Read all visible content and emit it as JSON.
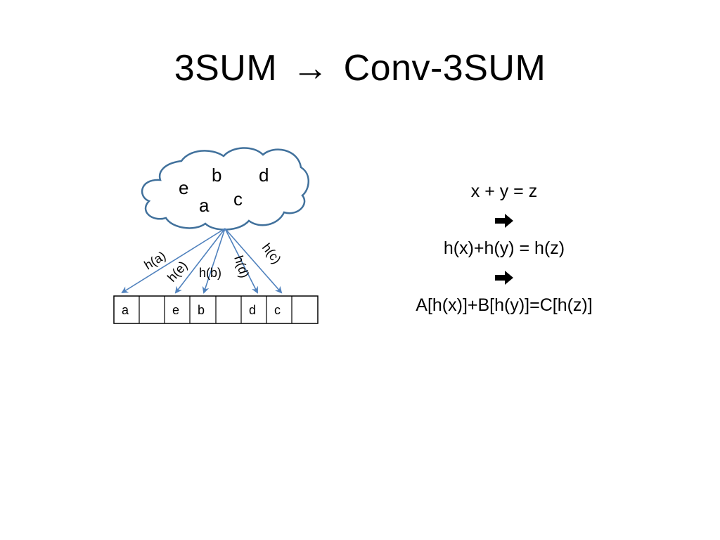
{
  "slide": {
    "title_left": "3SUM",
    "title_arrow": "→",
    "title_right": "Conv-3SUM"
  },
  "cloud": {
    "letters": [
      "e",
      "b",
      "d",
      "a",
      "c"
    ]
  },
  "hash_labels": [
    "h(a)",
    "h(e)",
    "h(b)",
    "h(d)",
    "h(c)"
  ],
  "table": {
    "cells": [
      "a",
      "",
      "e",
      "b",
      "",
      "d",
      "c",
      ""
    ]
  },
  "reduction": {
    "line1": "x + y = z",
    "line2": "h(x)+h(y) = h(z)",
    "line3": "A[h(x)]+B[h(y)]=C[h(z)]",
    "implies_icon": "bold-right-arrow-icon"
  },
  "colors": {
    "cloud_stroke": "#41719c",
    "arrow_stroke": "#4f81bd",
    "table_stroke": "#000000"
  }
}
